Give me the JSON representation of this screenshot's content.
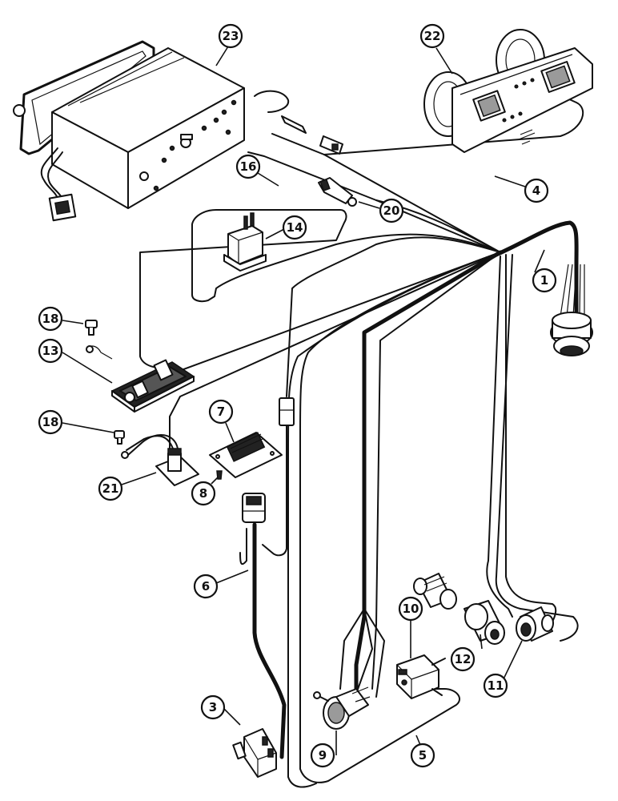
{
  "callouts": [
    {
      "id": "c23",
      "label": "23"
    },
    {
      "id": "c22",
      "label": "22"
    },
    {
      "id": "c16",
      "label": "16"
    },
    {
      "id": "c4",
      "label": "4"
    },
    {
      "id": "c20",
      "label": "20"
    },
    {
      "id": "c14",
      "label": "14"
    },
    {
      "id": "c1",
      "label": "1"
    },
    {
      "id": "c18a",
      "label": "18"
    },
    {
      "id": "c13",
      "label": "13"
    },
    {
      "id": "c7",
      "label": "7"
    },
    {
      "id": "c18b",
      "label": "18"
    },
    {
      "id": "c21",
      "label": "21"
    },
    {
      "id": "c8",
      "label": "8"
    },
    {
      "id": "c6",
      "label": "6"
    },
    {
      "id": "c10",
      "label": "10"
    },
    {
      "id": "c12",
      "label": "12"
    },
    {
      "id": "c11",
      "label": "11"
    },
    {
      "id": "c3",
      "label": "3"
    },
    {
      "id": "c9",
      "label": "9"
    },
    {
      "id": "c5",
      "label": "5"
    }
  ]
}
